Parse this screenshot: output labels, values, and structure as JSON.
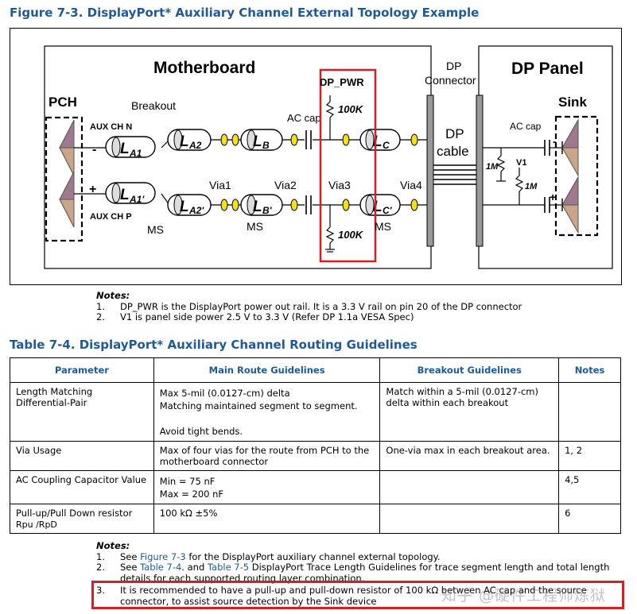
{
  "figure": {
    "title": "Figure 7-3.   DisplayPort* Auxiliary Channel External Topology Example",
    "labels": {
      "motherboard": "Motherboard",
      "dp_panel": "DP Panel",
      "pch": "PCH",
      "sink": "Sink",
      "breakout": "Breakout",
      "aux_ch_n": "AUX CH N",
      "aux_ch_p": "AUX CH P",
      "ac_cap_left": "AC cap",
      "ac_cap_right": "AC cap",
      "dp_pwr": "DP_PWR",
      "dp_connector": "DP\nConnector",
      "dp_cable": "DP\ncable",
      "via1": "Via1",
      "via2": "Via2",
      "via3": "Via3",
      "via4": "Via4",
      "ms1": "MS",
      "ms2": "MS",
      "ms3": "MS",
      "r_top": "100K",
      "r_bottom": "100K",
      "r_1m_left": "1M",
      "r_1m_right": "1M",
      "v1": "V1",
      "minus": "-",
      "plus": "+",
      "minus_right": "-",
      "plus_right": "+",
      "la1": "L",
      "la1_sub": "A1",
      "la2": "L",
      "la2_sub": "A2",
      "lb": "L",
      "lb_sub": "B",
      "lc": "L",
      "lc_sub": "C",
      "la1p": "L",
      "la1p_sub": "A1'",
      "la2p": "L",
      "la2p_sub": "A2'",
      "lbp": "L",
      "lbp_sub": "B'",
      "lcp": "L",
      "lcp_sub": "C'"
    },
    "highlight_color": "#d31f26",
    "accent_color": "#1f5a96"
  },
  "notes1": {
    "heading": "Notes:",
    "items": [
      {
        "num": "1.",
        "text": "DP_PWR is the DisplayPort power out rail. It is a 3.3 V rail on pin 20 of the DP connector"
      },
      {
        "num": "2.",
        "text": "V1 is panel side power 2.5 V to 3.3 V (Refer DP 1.1a VESA Spec)"
      }
    ]
  },
  "table": {
    "title": "Table 7-4.   DisplayPort* Auxiliary Channel Routing Guidelines",
    "headers": [
      "Parameter",
      "Main Route Guidelines",
      "Breakout Guidelines",
      "Notes"
    ],
    "rows": [
      {
        "param": "Length Matching\nDifferential-Pair",
        "main": "Max 5-mil (0.0127-cm) delta\nMatching maintained segment to segment.\n\nAvoid tight bends.",
        "breakout": "Match within a 5-mil (0.0127-cm)\ndelta within each breakout",
        "notes": ""
      },
      {
        "param": "Via Usage",
        "main": "Max of four vias for the route from PCH to the\nmotherboard connector",
        "breakout": "One-via max in each breakout area.",
        "notes": "1, 2"
      },
      {
        "param": "AC Coupling Capacitor Value",
        "main": "Min = 75 nF\nMax = 200 nF",
        "breakout": "",
        "notes": "4,5"
      },
      {
        "param": "Pull-up/Pull Down resistor",
        "param_sub": "Rpu /RpD",
        "main": "100 kΩ ±5%",
        "breakout": "",
        "notes": "6"
      }
    ]
  },
  "notes2": {
    "heading": "Notes:",
    "item1_num": "1.",
    "item1_pre": "See ",
    "item1_link": "Figure 7-3",
    "item1_post": " for the DisplayPort auxiliary channel external topology.",
    "item2_num": "2.",
    "item2_pre": "See ",
    "item2_link1": "Table 7-4",
    "item2_mid": ". and ",
    "item2_link2": "Table 7-5",
    "item2_post": " DisplayPort Trace Length Guidelines for trace segment length and total length details for each supported routing layer combination.",
    "item3_num": "3.",
    "item3_text": "It is recommended to have a pull-up and pull-down resistor of 100 kΩ between AC cap and the source connector, to assist source detection by the Sink device"
  },
  "watermark": "知乎 @硬件工程师炼狱"
}
